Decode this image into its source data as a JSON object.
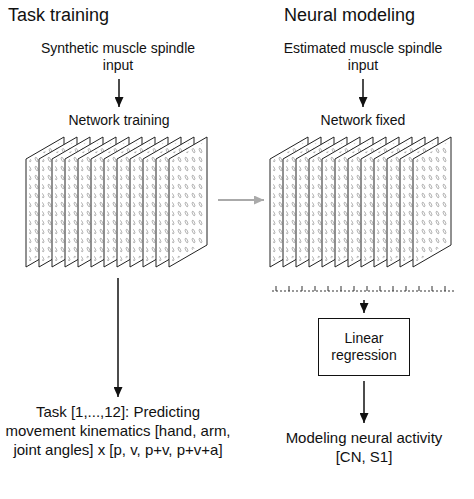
{
  "diagram": {
    "nodes": [
      {
        "text": [
          "Synthetic muscle spindle input"
        ]
      },
      {
        "text": [
          "Network training"
        ]
      },
      {
        "text": [
          "Task [1,...,12]: Predicting movement kinematics [hand, arm, joint angles] x [p, v, p+v, p+v+a]"
        ]
      },
      {
        "text": [
          "Estimated muscle spindle input"
        ]
      },
      {
        "text": [
          "Network fixed"
        ]
      },
      {
        "text": [
          "Linear regression"
        ]
      },
      {
        "text": [
          "Modeling neural activity [CN, S1]"
        ]
      }
    ],
    "edges": [
      {
        "from": 0,
        "to": 1,
        "arrow": "to"
      },
      {
        "from": 1,
        "to": 2,
        "arrow": "to"
      },
      {
        "from": 3,
        "to": 4,
        "arrow": "to"
      },
      {
        "from": 4,
        "to": 5,
        "arrow": "to"
      },
      {
        "from": 5,
        "to": 6,
        "arrow": "to"
      },
      {
        "from": 1,
        "to": 4,
        "arrow": "to"
      }
    ],
    "labels": [
      "Task training",
      "Neural modeling"
    ]
  }
}
